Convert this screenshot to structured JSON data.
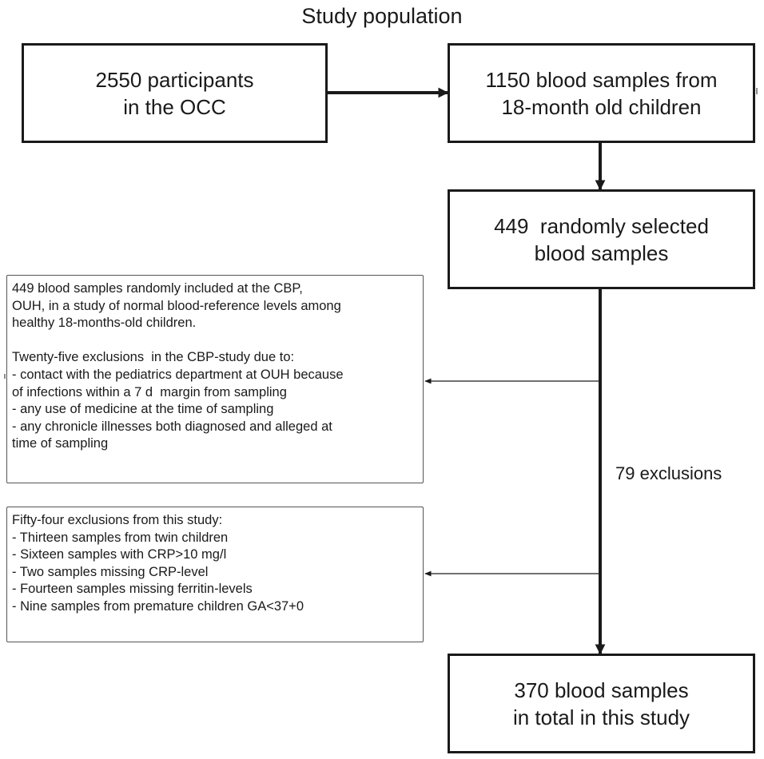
{
  "title": "Study population",
  "boxes": {
    "participants": [
      "2550 participants",
      "in the OCC"
    ],
    "blood_samples": [
      "1150 blood samples from",
      "18-month old children"
    ],
    "random_selection": [
      "449  randomly selected",
      "blood samples"
    ],
    "final": [
      "370 blood samples",
      "in total in this study"
    ]
  },
  "notes": {
    "cbp_study": {
      "lines": [
        "449 blood samples randomly included at the CBP,",
        "OUH, in a study of normal blood-reference levels among",
        "healthy 18-months-old children.",
        "",
        "Twenty-five exclusions  in the CBP-study due to:",
        "- contact with the pediatrics department at OUH because",
        "of infections within a 7 d  margin from sampling",
        "- any use of medicine at the time of sampling",
        "- any chronicle illnesses both diagnosed and alleged at",
        "time of sampling"
      ]
    },
    "this_study": {
      "lines": [
        "Fifty-four exclusions from this study:",
        "- Thirteen samples from twin children",
        "- Sixteen samples with CRP>10 mg/l",
        "- Two samples missing CRP-level",
        "- Fourteen samples missing ferritin-levels",
        "- Nine samples from premature children GA<37+0"
      ]
    }
  },
  "exclusions_label": "79 exclusions",
  "colors": {
    "line": "#1a1a1a",
    "note_border": "#555555"
  }
}
